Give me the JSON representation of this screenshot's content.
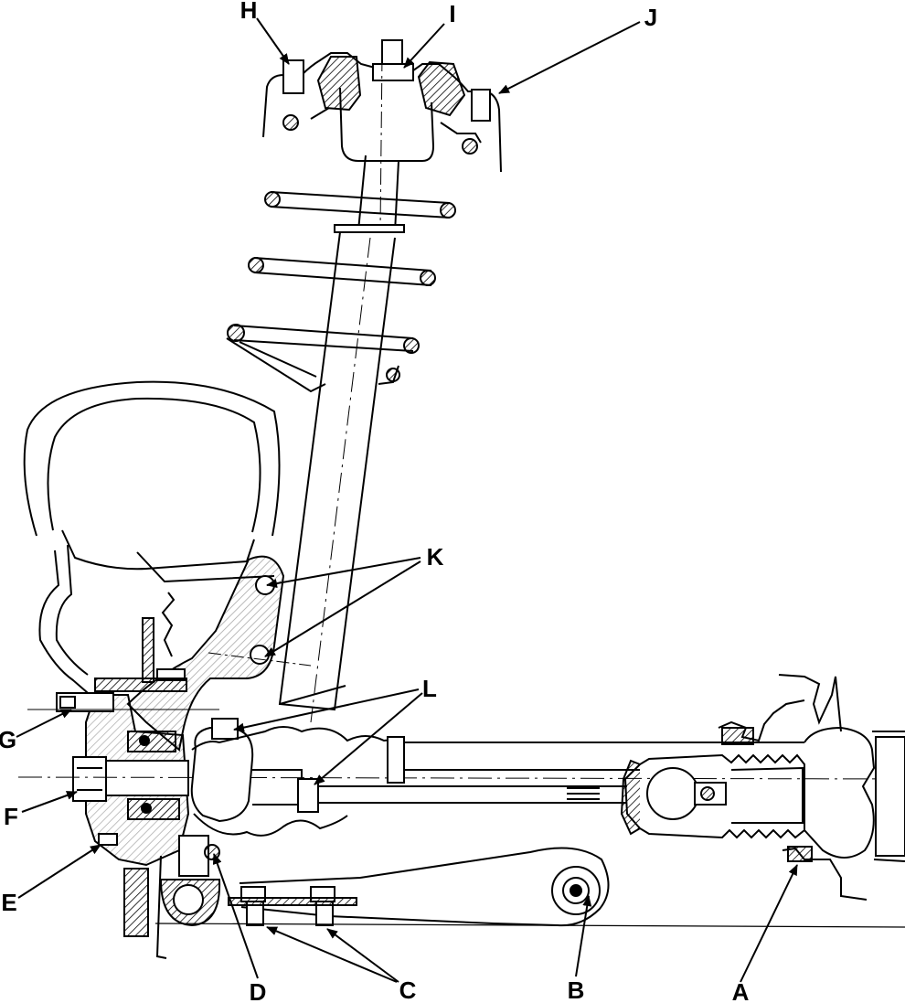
{
  "diagram": {
    "callouts": {
      "A": "A",
      "B": "B",
      "C": "C",
      "D": "D",
      "E": "E",
      "F": "F",
      "G": "G",
      "H": "H",
      "I": "I",
      "J": "J",
      "K": "K",
      "L": "L"
    }
  },
  "colors": {
    "line": "#000000",
    "background": "#ffffff"
  }
}
